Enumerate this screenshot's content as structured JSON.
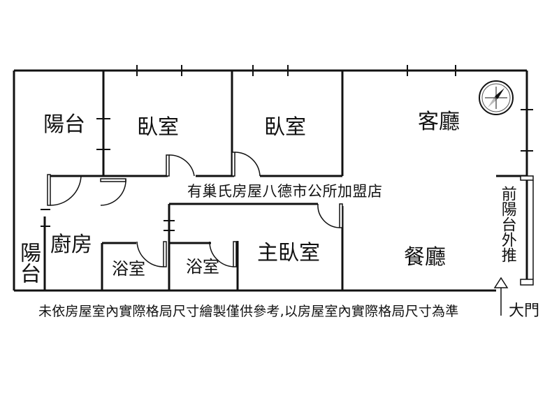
{
  "rooms": {
    "balcony_top_left": "陽台",
    "bedroom_1": "臥室",
    "bedroom_2": "臥室",
    "living_room": "客廳",
    "kitchen": "廚房",
    "balcony_bottom_left": "陽台",
    "bathroom_1": "浴室",
    "bathroom_2": "浴室",
    "master_bedroom": "主臥室",
    "dining_room": "餐廳",
    "front_balcony": "前陽台外推"
  },
  "watermark": "有巢氏房屋八德市公所加盟店",
  "entrance": "大門",
  "disclaimer": "未依房屋室內實際格局尺寸繪製僅供參考,以房屋室內實際格局尺寸為準",
  "icons": {
    "compass": "compass-icon",
    "entrance_arrow": "up-arrow-icon"
  }
}
